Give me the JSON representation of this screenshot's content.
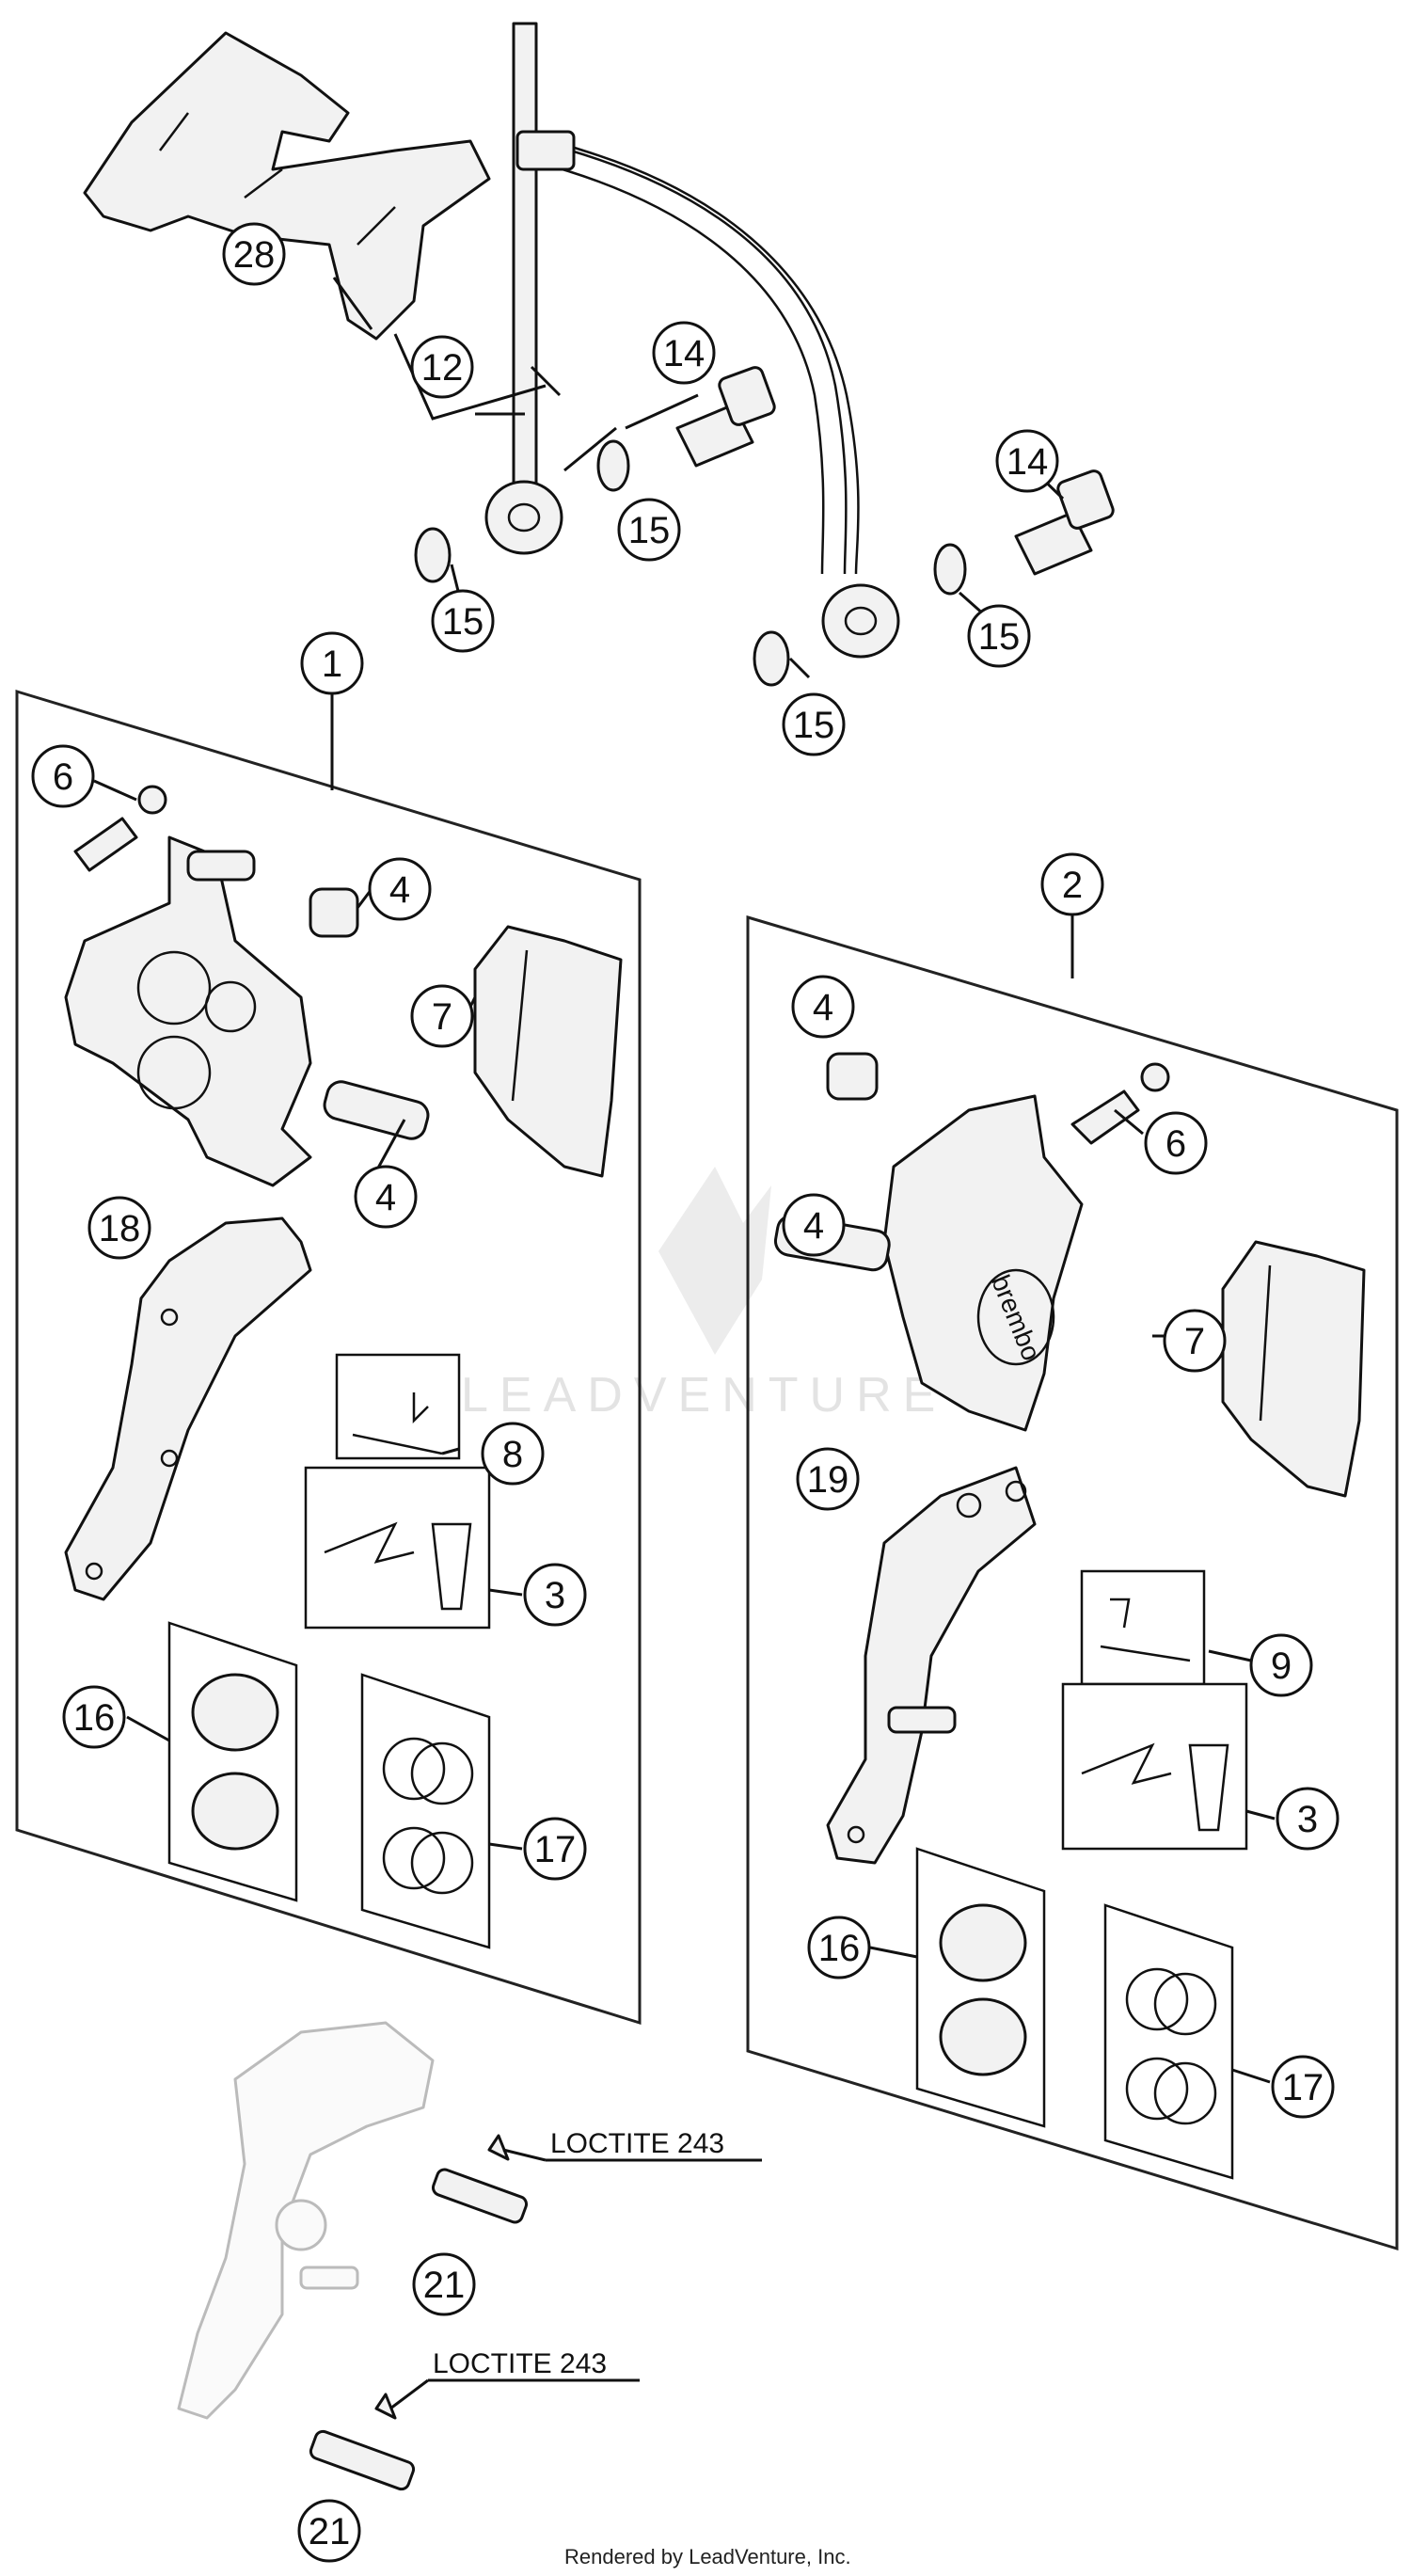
{
  "callouts": [
    {
      "id": "c28",
      "label": "28"
    },
    {
      "id": "c12",
      "label": "12"
    },
    {
      "id": "c14a",
      "label": "14"
    },
    {
      "id": "c15a",
      "label": "15"
    },
    {
      "id": "c15b",
      "label": "15"
    },
    {
      "id": "c14b",
      "label": "14"
    },
    {
      "id": "c15c",
      "label": "15"
    },
    {
      "id": "c15d",
      "label": "15"
    },
    {
      "id": "c1",
      "label": "1"
    },
    {
      "id": "c6a",
      "label": "6"
    },
    {
      "id": "c4a",
      "label": "4"
    },
    {
      "id": "c7a",
      "label": "7"
    },
    {
      "id": "c4b",
      "label": "4"
    },
    {
      "id": "c18",
      "label": "18"
    },
    {
      "id": "c8",
      "label": "8"
    },
    {
      "id": "c3a",
      "label": "3"
    },
    {
      "id": "c16a",
      "label": "16"
    },
    {
      "id": "c17a",
      "label": "17"
    },
    {
      "id": "c2",
      "label": "2"
    },
    {
      "id": "c4c",
      "label": "4"
    },
    {
      "id": "c6b",
      "label": "6"
    },
    {
      "id": "c4d",
      "label": "4"
    },
    {
      "id": "c7b",
      "label": "7"
    },
    {
      "id": "c19",
      "label": "19"
    },
    {
      "id": "c9",
      "label": "9"
    },
    {
      "id": "c3b",
      "label": "3"
    },
    {
      "id": "c16b",
      "label": "16"
    },
    {
      "id": "c17b",
      "label": "17"
    },
    {
      "id": "c21a",
      "label": "21"
    },
    {
      "id": "c21b",
      "label": "21"
    }
  ],
  "notes": [
    {
      "id": "loctite1",
      "text": "LOCTITE 243"
    },
    {
      "id": "loctite2",
      "text": "LOCTITE 243"
    }
  ],
  "caliper_brand": "brembo",
  "watermark": "LEADVENTURE",
  "footer": "Rendered by LeadVenture, Inc."
}
